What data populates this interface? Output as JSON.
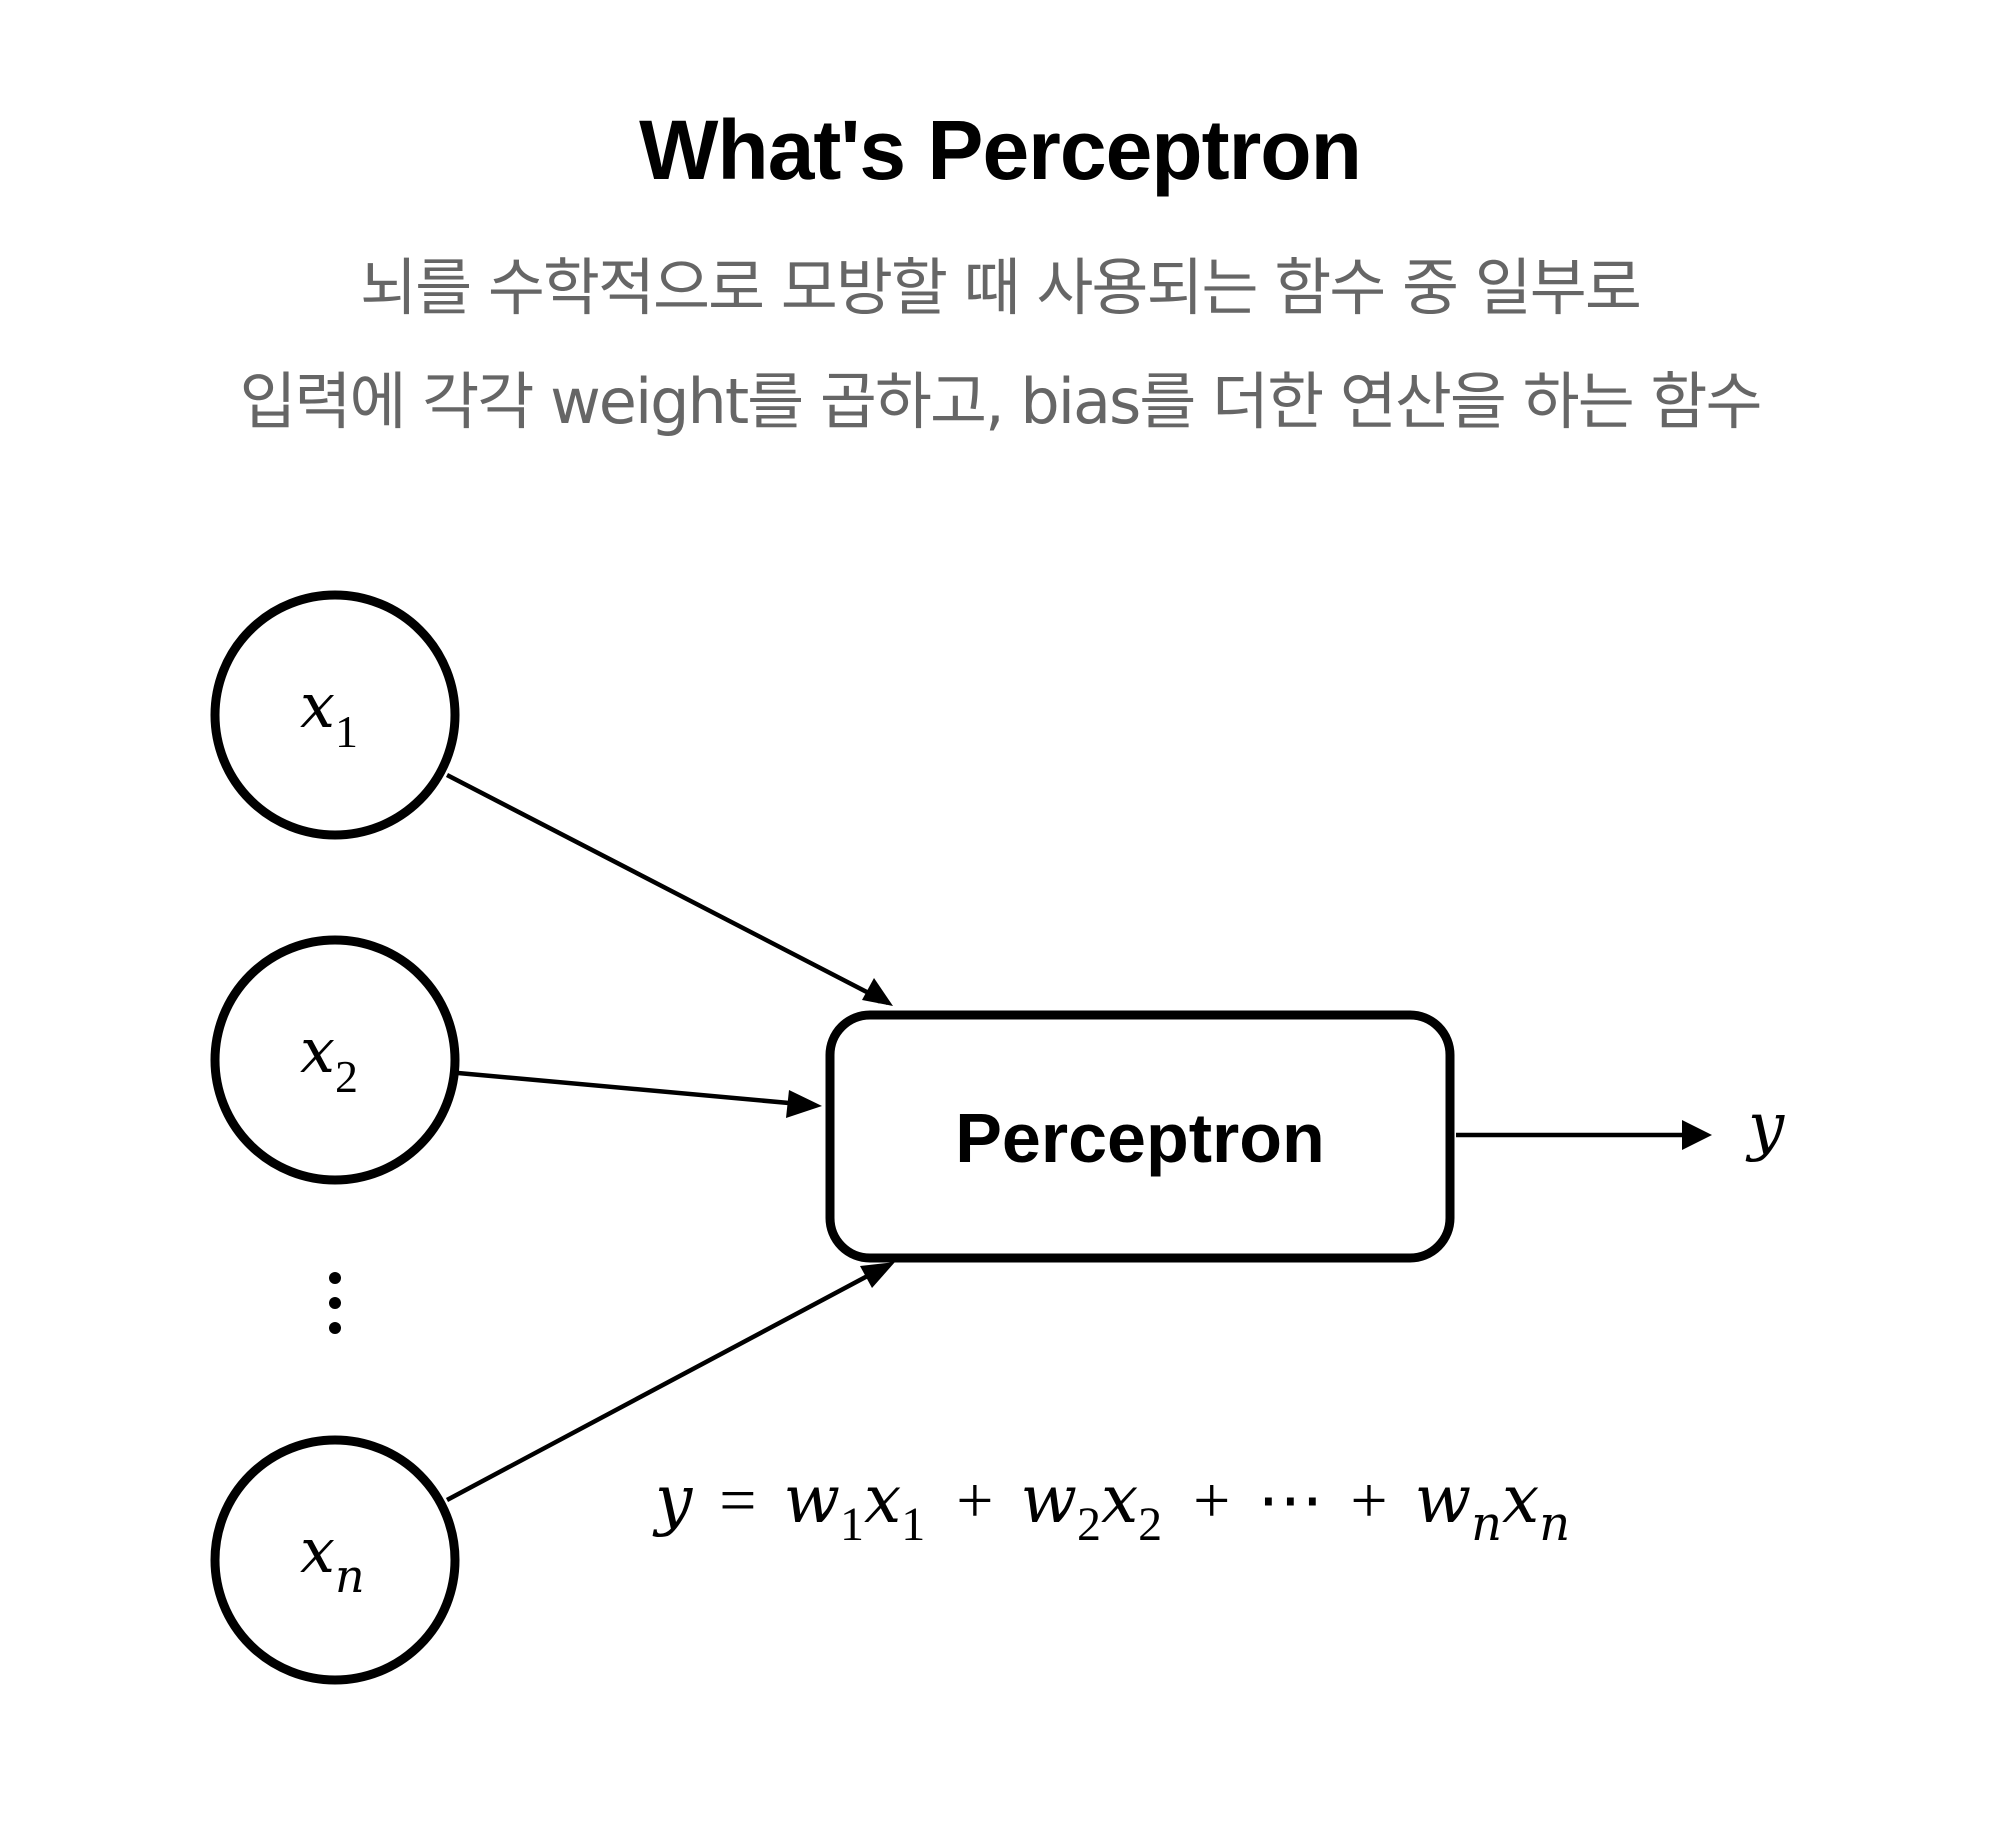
{
  "header": {
    "title": "What's Perceptron",
    "subtitle_lines": [
      "뇌를 수학적으로 모방할 때 사용되는 함수 중 일부로",
      "입력에 각각 weight를 곱하고, bias를 더한 연산을 하는 함수"
    ]
  },
  "diagram": {
    "inputs": [
      {
        "var": "x",
        "sub": "1"
      },
      {
        "var": "x",
        "sub": "2"
      },
      {
        "var": "x",
        "sub": "n"
      }
    ],
    "ellipsis": "⋮",
    "node_label": "Perceptron",
    "output": {
      "var": "y"
    },
    "equation": {
      "lhs": "y",
      "equals": "=",
      "terms": [
        {
          "w": "w",
          "w_sub": "1",
          "x": "x",
          "x_sub": "1"
        },
        {
          "w": "w",
          "w_sub": "2",
          "x": "x",
          "x_sub": "2"
        },
        {
          "w": "w",
          "w_sub": "n",
          "x": "x",
          "x_sub": "n"
        }
      ],
      "plus": "+",
      "dots": "⋯"
    }
  },
  "colors": {
    "stroke": "#000000",
    "title": "#000000",
    "subtitle": "#666666",
    "background": "#ffffff"
  }
}
